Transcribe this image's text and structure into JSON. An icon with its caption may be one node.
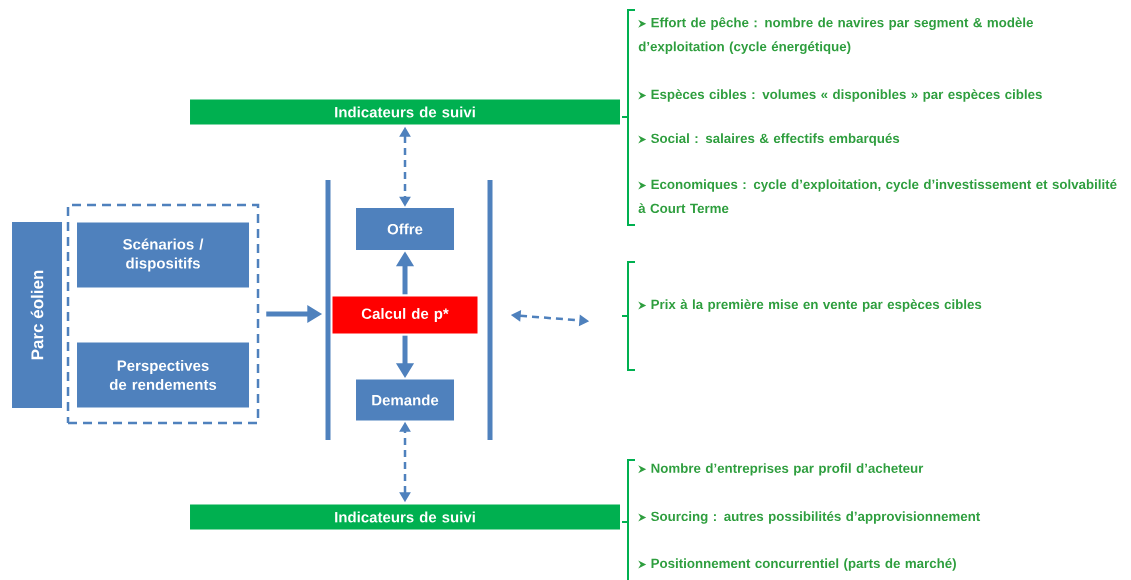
{
  "diagram": {
    "nodes": [
      {
        "text": [
          "Parc éolien"
        ]
      },
      {
        "text": [],
        "shape": "box"
      },
      {
        "text": [
          "Scénarios / dispositifs"
        ],
        "in": 1
      },
      {
        "text": [
          "Perspectives de rendements"
        ],
        "in": 1
      },
      {
        "text": [],
        "shape": "bar"
      },
      {
        "text": [],
        "shape": "bar"
      },
      {
        "text": [
          "Offre"
        ]
      },
      {
        "text": [
          "Calcul de p*"
        ]
      },
      {
        "text": [
          "Demande"
        ]
      },
      {
        "text": [
          "Indicateurs de suivi"
        ]
      },
      {
        "text": [
          "Indicateurs de suivi"
        ]
      },
      {
        "text": [
          "Effort de pêche : nombre de navires par segment & modèle d’exploitation (cycle énergétique)",
          "Espèces cibles : volumes « disponibles » par espèces cibles",
          "Social : salaires & effectifs embarqués",
          "Economiques : cycle d’exploitation, cycle d’investissement et solvabilité à Court Terme"
        ]
      },
      {
        "text": [
          "Prix à la première mise en vente par espèces cibles"
        ]
      },
      {
        "text": [
          "Nombre d’entreprises par profil d’acheteur",
          "Sourcing : autres possibilités d’approvisionnement",
          "Positionnement concurrentiel (parts de marché)"
        ]
      }
    ],
    "edges": [
      {
        "from": 1,
        "to": 4,
        "arrow": "to",
        "style": "thick"
      },
      {
        "from": 9,
        "to": 6,
        "arrow": "both",
        "style": "dashed"
      },
      {
        "from": 7,
        "to": 6,
        "arrow": "to",
        "style": "thick"
      },
      {
        "from": 7,
        "to": 8,
        "arrow": "to",
        "style": "thick"
      },
      {
        "from": 10,
        "to": 8,
        "arrow": "both",
        "style": "dashed"
      },
      {
        "from": 5,
        "to": 12,
        "arrow": "both",
        "style": "dashed"
      }
    ]
  }
}
